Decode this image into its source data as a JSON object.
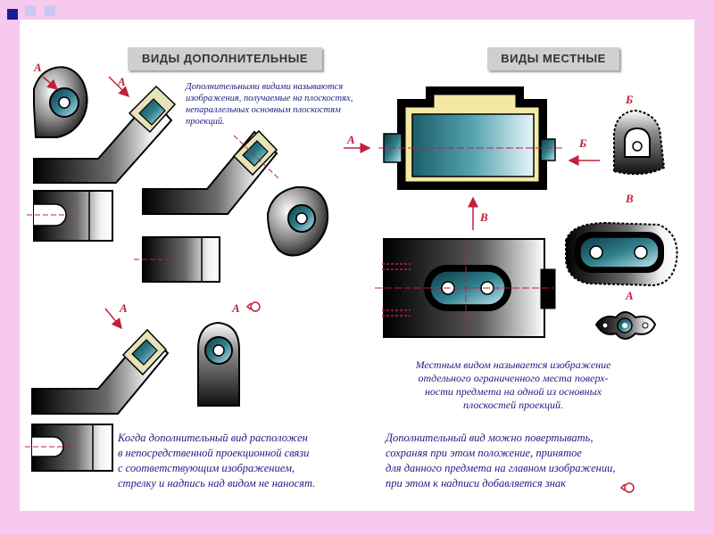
{
  "headers": {
    "additional": "ВИДЫ ДОПОЛНИТЕЛЬНЫЕ",
    "local": "ВИДЫ МЕСТНЫЕ"
  },
  "definitions": {
    "additional": "Дополнительными видами называются\nизображения, получаемые на плоскостях,\nнепараллельных основным плоскостям\nпроекций.",
    "local": "Местным видом называется изображение\nотдельного ограниченного места поверх-\nности предмета на одной из основных\nплоскостей проекций."
  },
  "notes": {
    "projection_link": "Когда дополнительный вид расположен\nв непосредственной проекционной связи\nс соответствующим изображением,\nстрелку и надпись над видом не наносят.",
    "rotation": "Дополнительный вид можно повертывать,\nсохраняя при этом положение, принятое\nдля данного предмета на главном изображении,\nпри этом к надписи добавляется знак"
  },
  "labels": {
    "a": "А",
    "b": "Б",
    "v": "В",
    "rotated_view": "А"
  },
  "colors": {
    "slide_border": "#f7c9ef",
    "square_blue": "#1a1a99",
    "square_light": "#c8c8f0",
    "header_bg": "#cfcfcf",
    "caption_red": "#c0203a",
    "text_blue": "#1c1c80"
  },
  "icons": {
    "rotation_sign": "rotation-sign-icon"
  }
}
